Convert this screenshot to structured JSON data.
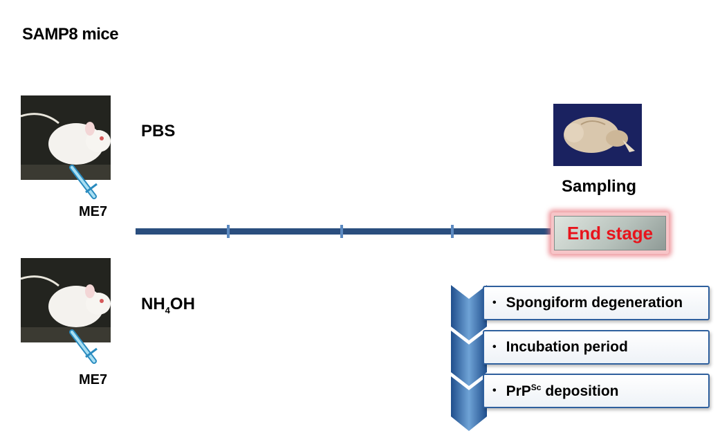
{
  "title": "SAMP8 mice",
  "groups": [
    {
      "label_main": "PBS",
      "injection": "ME7"
    },
    {
      "label_prefix": "NH",
      "label_sub": "4",
      "label_suffix": "OH",
      "injection": "ME7"
    }
  ],
  "sampling_label": "Sampling",
  "end_stage_label": "End stage",
  "outcomes": [
    {
      "bullet": "•",
      "text": "Spongiform degeneration"
    },
    {
      "bullet": "•",
      "text": "Incubation period"
    },
    {
      "bullet": "•",
      "prefix": "PrP",
      "sup": "Sc",
      "suffix": " deposition"
    }
  ],
  "colors": {
    "timeline": "#2a4e7e",
    "tick": "#5b89c0",
    "end_stage_text": "#e8141c",
    "box_border": "#2e5f9d",
    "chevron": "#2e5f9d"
  }
}
